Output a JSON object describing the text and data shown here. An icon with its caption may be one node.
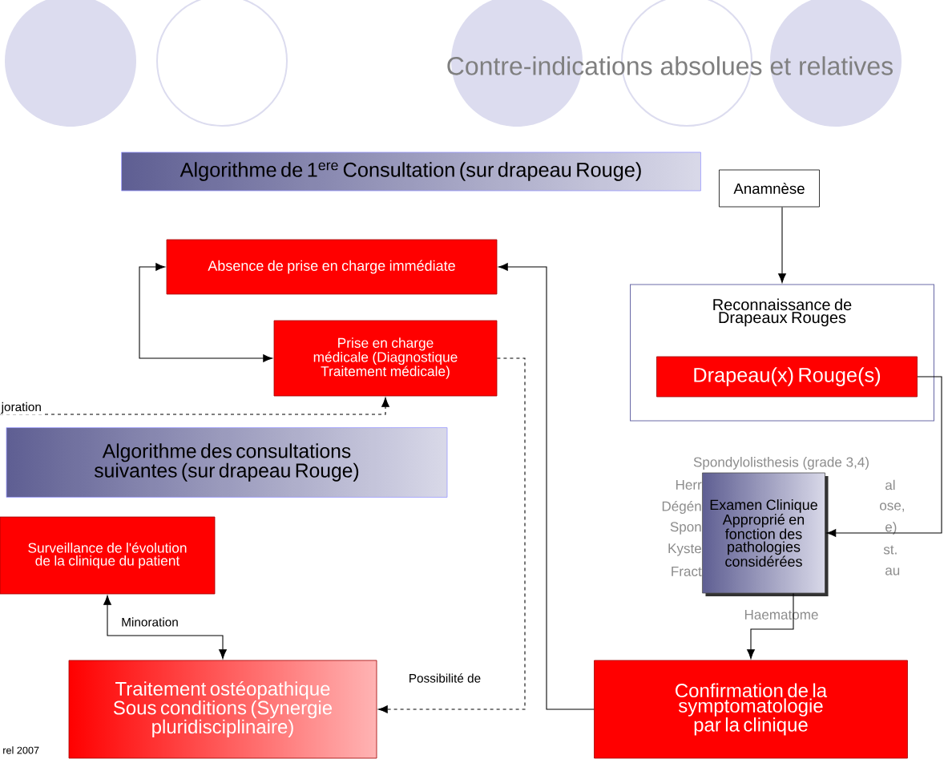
{
  "diagram": {
    "title": "Contre-indications absolues et relatives",
    "nodes": [
      {
        "text": [
          "Algorithme de 1$^{ere}$ Consultation (sur drapeau Rouge)"
        ]
      },
      {
        "text": [
          "Anamnèse"
        ]
      },
      {
        "text": [
          "Absence de prise en charge immédiate"
        ]
      },
      {
        "text": [
          "Reconnaissance de Drapeaux Rouges"
        ]
      },
      {
        "text": [
          "Drapeau(x) Rouge(s)"
        ],
        "in": 3
      },
      {
        "text": [
          "Prise en charge médicale (Diagnostique Traitement médicale)"
        ]
      },
      {
        "text": [
          "Algorithme des consultations suivantes (sur drapeau Rouge)"
        ]
      },
      {
        "text": [
          "Surveillance de l'évolution de la clinique du patient"
        ]
      },
      {
        "text": [
          "Examen Clinique Approprié en fonction des pathologies considérées"
        ]
      },
      {
        "text": [
          "Traitement ostéopathique Sous conditions (Synergie pluridisciplinaire)"
        ]
      },
      {
        "text": [
          "Confirmation de la symptomatologie par la clinique"
        ]
      }
    ],
    "edges": [
      {
        "from": 1,
        "to": 3,
        "arrow": "to"
      },
      {
        "from": 4,
        "to": 8,
        "arrow": "to"
      },
      {
        "from": 8,
        "to": 10,
        "arrow": "to"
      },
      {
        "from": 10,
        "to": 2,
        "arrow": "to"
      },
      {
        "from": 5,
        "to": 2,
        "arrow": "both"
      },
      {
        "from": 5,
        "to": 9,
        "arrow": "to",
        "style": "dashed",
        "label": "Possibilité de"
      },
      {
        "from": null,
        "to": 5,
        "arrow": "to",
        "style": "dashed",
        "label": "joration"
      },
      {
        "from": 9,
        "to": 7,
        "arrow": "both",
        "label": "Minoration"
      }
    ],
    "labels": [
      "Spondylolisthesis (grade 3,4)",
      "Herr",
      "al",
      "Dégén",
      "ose,",
      "Spon",
      "e)",
      "Kyste",
      "st.",
      "Fract",
      "au",
      "Haematome",
      "rel 2007"
    ]
  }
}
